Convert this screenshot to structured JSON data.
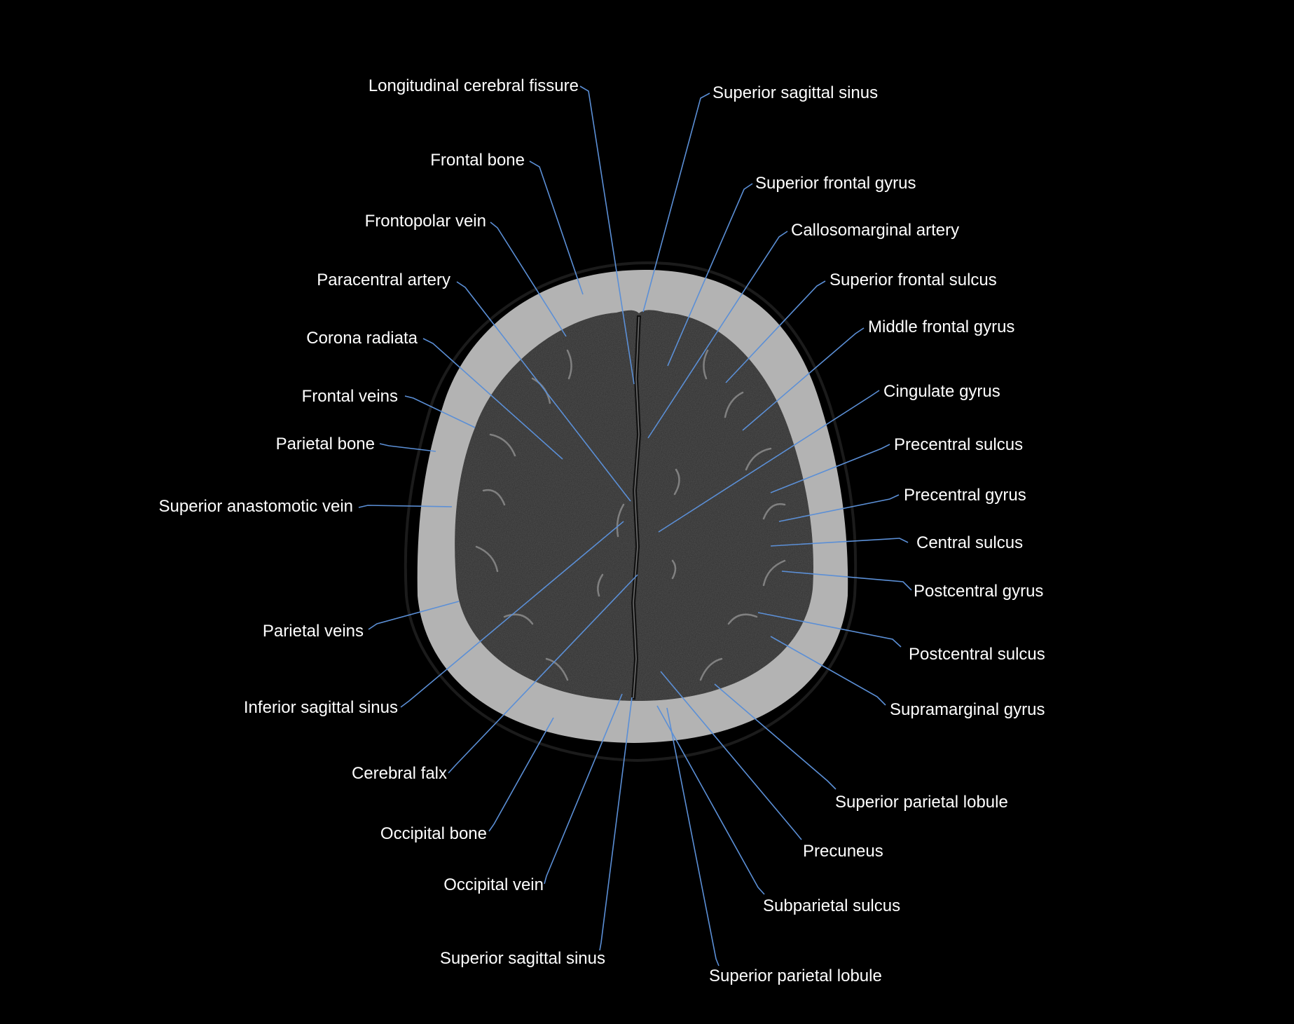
{
  "labels": [
    {
      "id": "longitudinal-cerebral-fissure",
      "text": "Longitudinal cerebral fissure",
      "side": "left"
    },
    {
      "id": "superior-sagittal-sinus-top",
      "text": "Superior sagittal sinus",
      "side": "right"
    },
    {
      "id": "frontal-bone",
      "text": "Frontal bone",
      "side": "left"
    },
    {
      "id": "superior-frontal-gyrus",
      "text": "Superior frontal gyrus",
      "side": "right"
    },
    {
      "id": "frontopolar-vein",
      "text": "Frontopolar vein",
      "side": "left"
    },
    {
      "id": "callosomarginal-artery",
      "text": "Callosomarginal artery",
      "side": "right"
    },
    {
      "id": "paracentral-artery",
      "text": "Paracentral artery",
      "side": "left"
    },
    {
      "id": "superior-frontal-sulcus",
      "text": "Superior frontal sulcus",
      "side": "right"
    },
    {
      "id": "corona-radiata",
      "text": "Corona radiata",
      "side": "left"
    },
    {
      "id": "middle-frontal-gyrus",
      "text": "Middle frontal gyrus",
      "side": "right"
    },
    {
      "id": "frontal-veins",
      "text": "Frontal veins",
      "side": "left"
    },
    {
      "id": "cingulate-gyrus",
      "text": "Cingulate gyrus",
      "side": "right"
    },
    {
      "id": "parietal-bone",
      "text": "Parietal bone",
      "side": "left"
    },
    {
      "id": "precentral-sulcus",
      "text": "Precentral sulcus",
      "side": "right"
    },
    {
      "id": "superior-anastomotic-vein",
      "text": "Superior anastomotic vein",
      "side": "left"
    },
    {
      "id": "precentral-gyrus",
      "text": "Precentral gyrus",
      "side": "right"
    },
    {
      "id": "central-sulcus",
      "text": "Central sulcus",
      "side": "right"
    },
    {
      "id": "postcentral-gyrus",
      "text": "Postcentral gyrus",
      "side": "right"
    },
    {
      "id": "parietal-veins",
      "text": "Parietal veins",
      "side": "left"
    },
    {
      "id": "postcentral-sulcus",
      "text": "Postcentral sulcus",
      "side": "right"
    },
    {
      "id": "inferior-sagittal-sinus",
      "text": "Inferior sagittal sinus",
      "side": "left"
    },
    {
      "id": "supramarginal-gyrus",
      "text": "Supramarginal gyrus",
      "side": "right"
    },
    {
      "id": "cerebral-falx",
      "text": "Cerebral falx",
      "side": "left"
    },
    {
      "id": "superior-parietal-lobule-upper",
      "text": "Superior parietal lobule",
      "side": "right"
    },
    {
      "id": "occipital-bone",
      "text": "Occipital bone",
      "side": "left"
    },
    {
      "id": "precuneus",
      "text": "Precuneus",
      "side": "right"
    },
    {
      "id": "occipital-vein",
      "text": "Occipital vein",
      "side": "left"
    },
    {
      "id": "subparietal-sulcus",
      "text": "Subparietal sulcus",
      "side": "right"
    },
    {
      "id": "superior-sagittal-sinus-bottom",
      "text": "Superior sagittal sinus",
      "side": "left"
    },
    {
      "id": "superior-parietal-lobule-lower",
      "text": "Superior parietal lobule",
      "side": "right"
    }
  ],
  "colors": {
    "background": "#000000",
    "skull": "#b3b3b3",
    "brain": "#2f2f2f",
    "leader_line": "#5b8fd6",
    "label_text": "#ffffff"
  }
}
